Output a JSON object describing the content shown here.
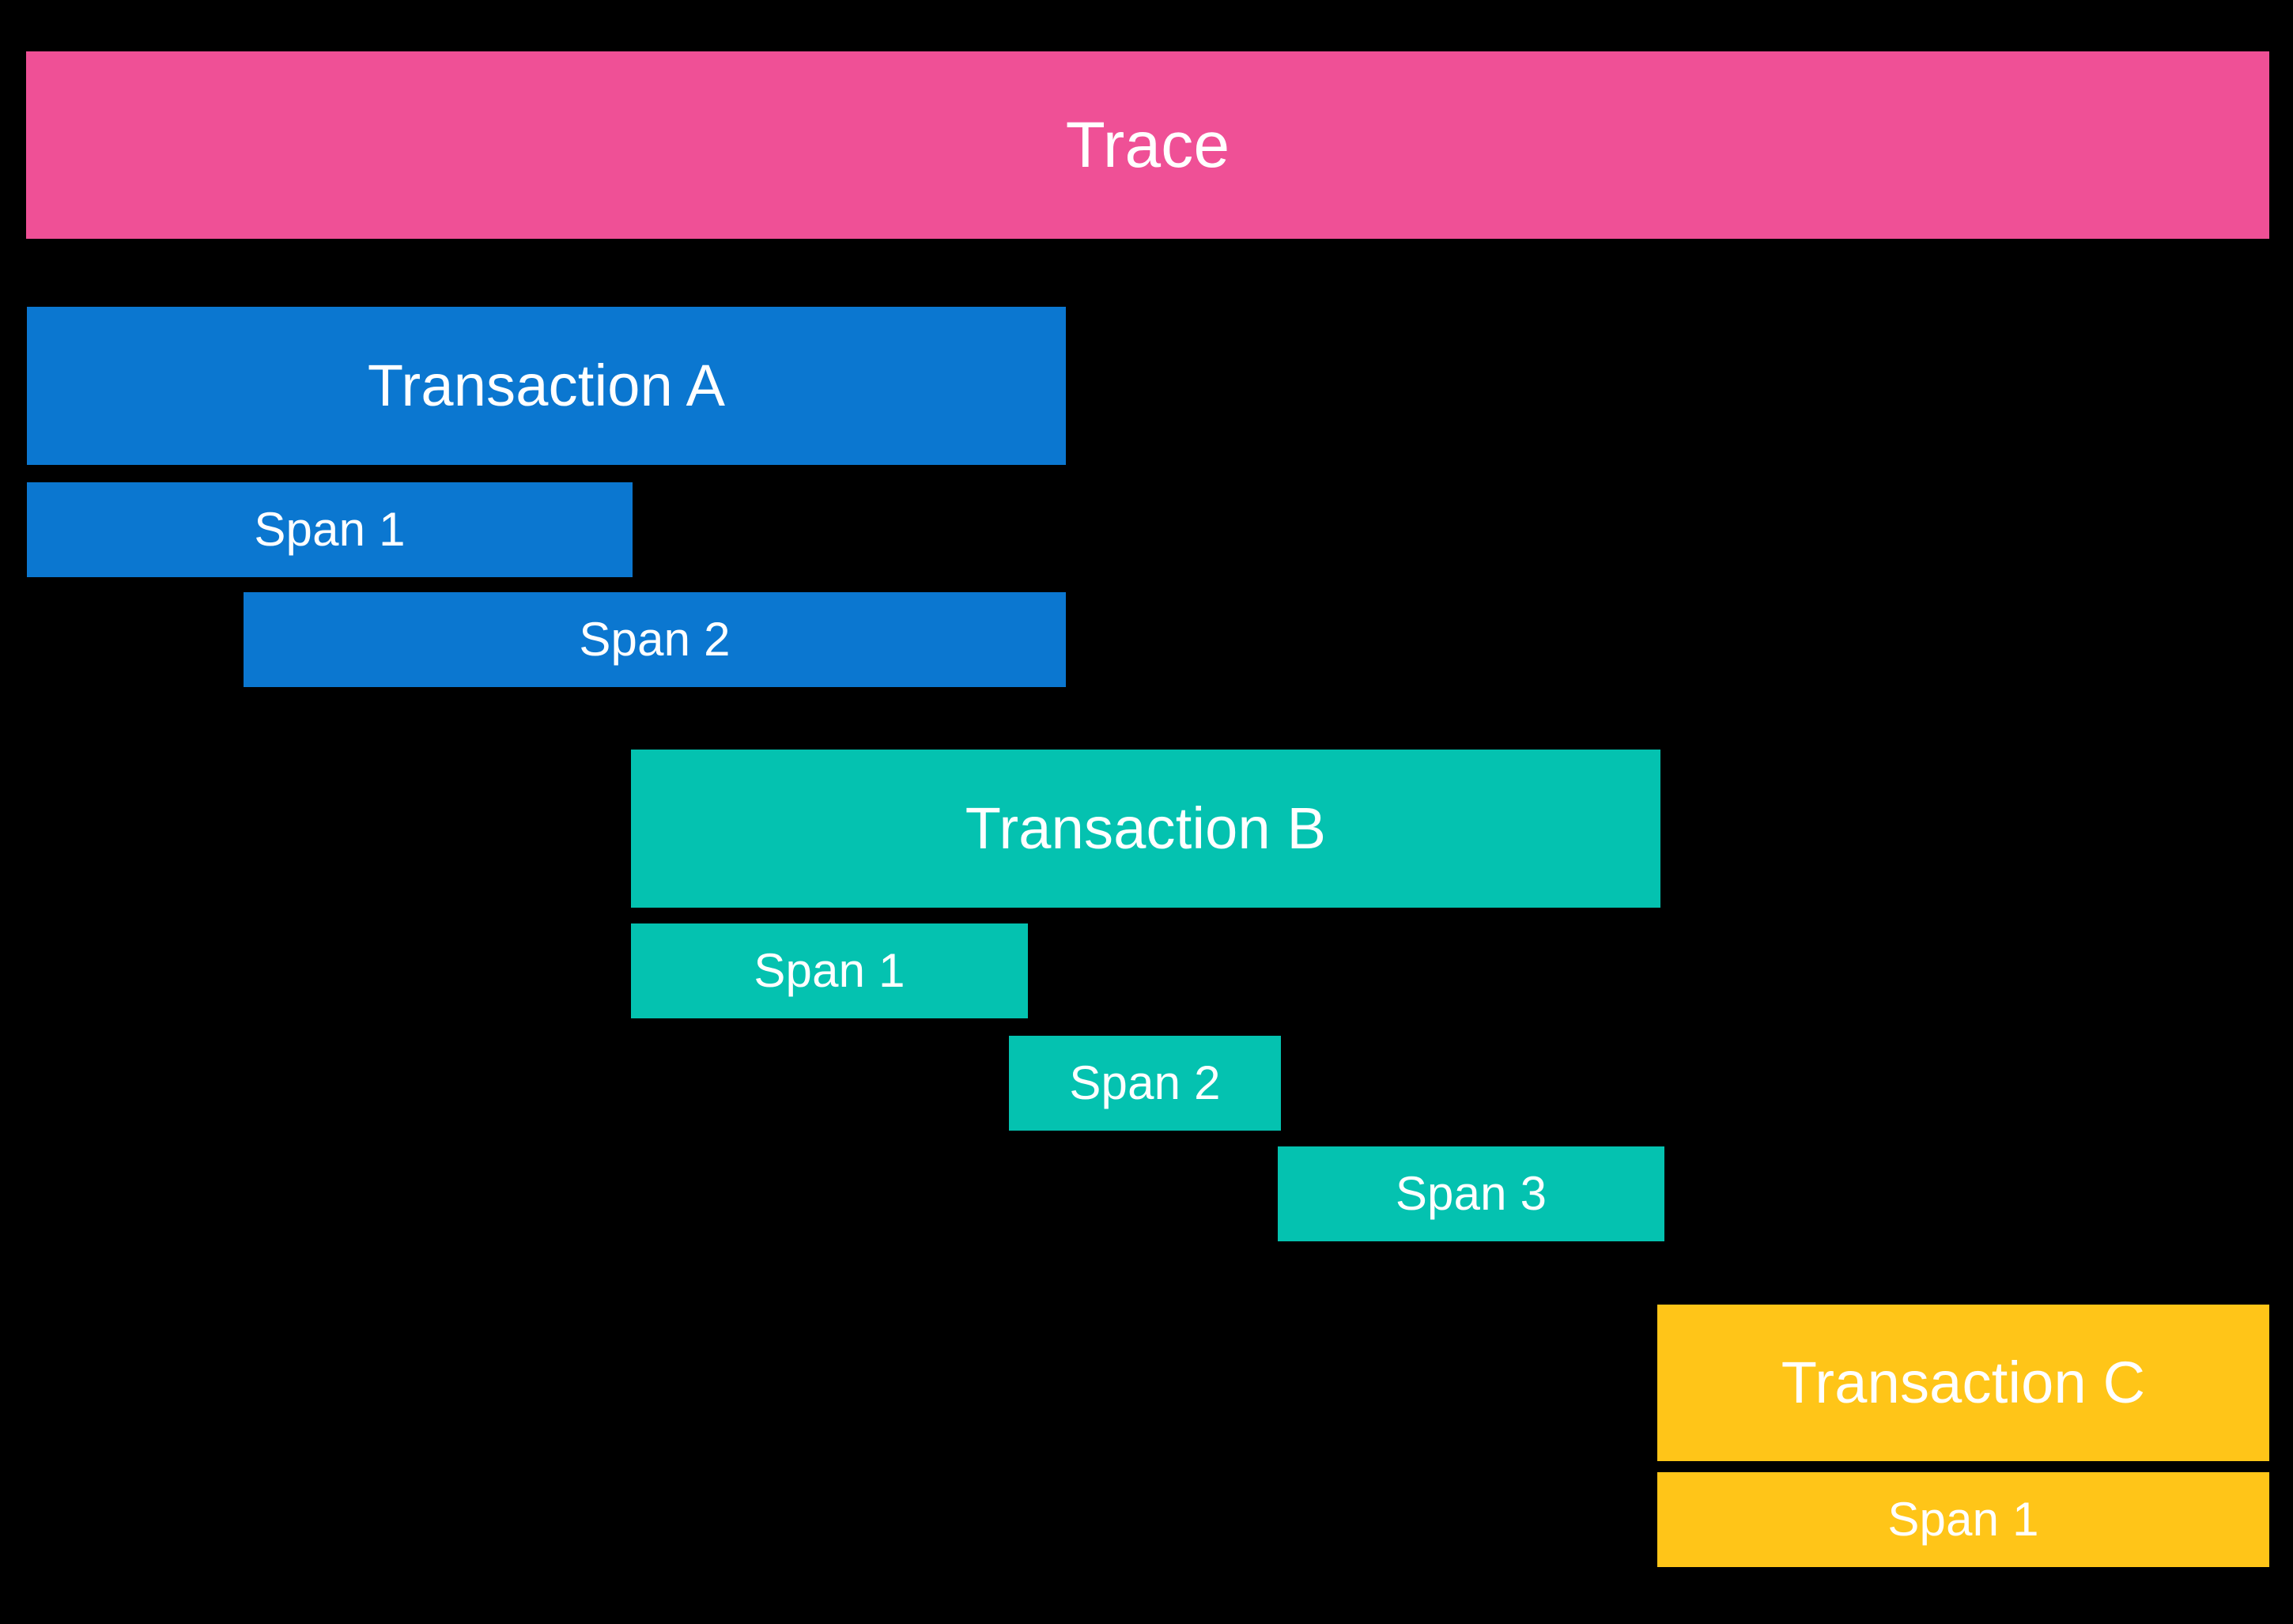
{
  "diagram": {
    "title": "Trace / Transactions / Spans timeline",
    "background_color": "#000000",
    "text_color": "#ffffff",
    "colors": {
      "trace": "#ef5096",
      "transaction_a": "#0b77d0",
      "transaction_b": "#04c2b0",
      "transaction_c": "#ffc518"
    }
  },
  "trace": {
    "label": "Trace",
    "color": "#ef5096"
  },
  "transactions": [
    {
      "label": "Transaction A",
      "color": "#0b77d0",
      "spans": [
        {
          "label": "Span 1"
        },
        {
          "label": "Span 2"
        }
      ]
    },
    {
      "label": "Transaction B",
      "color": "#04c2b0",
      "spans": [
        {
          "label": "Span 1"
        },
        {
          "label": "Span 2"
        },
        {
          "label": "Span 3"
        }
      ]
    },
    {
      "label": "Transaction C",
      "color": "#ffc518",
      "spans": [
        {
          "label": "Span 1"
        }
      ]
    }
  ],
  "chart_data": {
    "type": "bar",
    "title": "Trace timeline with transactions and spans",
    "xlabel": "",
    "ylabel": "",
    "orientation": "horizontal-gantt",
    "bars": [
      {
        "name": "Trace",
        "level": 0,
        "start": 33,
        "end": 2870,
        "color": "#ef5096"
      },
      {
        "name": "Transaction A",
        "level": 1,
        "start": 34,
        "end": 1348,
        "color": "#0b77d0"
      },
      {
        "name": "Span 1",
        "level": 2,
        "start": 34,
        "end": 800,
        "color": "#0b77d0",
        "parent": "Transaction A"
      },
      {
        "name": "Span 2",
        "level": 2,
        "start": 308,
        "end": 1348,
        "color": "#0b77d0",
        "parent": "Transaction A"
      },
      {
        "name": "Transaction B",
        "level": 1,
        "start": 798,
        "end": 2100,
        "color": "#04c2b0"
      },
      {
        "name": "Span 1",
        "level": 2,
        "start": 798,
        "end": 1300,
        "color": "#04c2b0",
        "parent": "Transaction B"
      },
      {
        "name": "Span 2",
        "level": 2,
        "start": 1276,
        "end": 1620,
        "color": "#04c2b0",
        "parent": "Transaction B"
      },
      {
        "name": "Span 3",
        "level": 2,
        "start": 1616,
        "end": 2105,
        "color": "#04c2b0",
        "parent": "Transaction B"
      },
      {
        "name": "Transaction C",
        "level": 1,
        "start": 2096,
        "end": 2870,
        "color": "#ffc518"
      },
      {
        "name": "Span 1",
        "level": 2,
        "start": 2096,
        "end": 2870,
        "color": "#ffc518",
        "parent": "Transaction C"
      }
    ]
  }
}
